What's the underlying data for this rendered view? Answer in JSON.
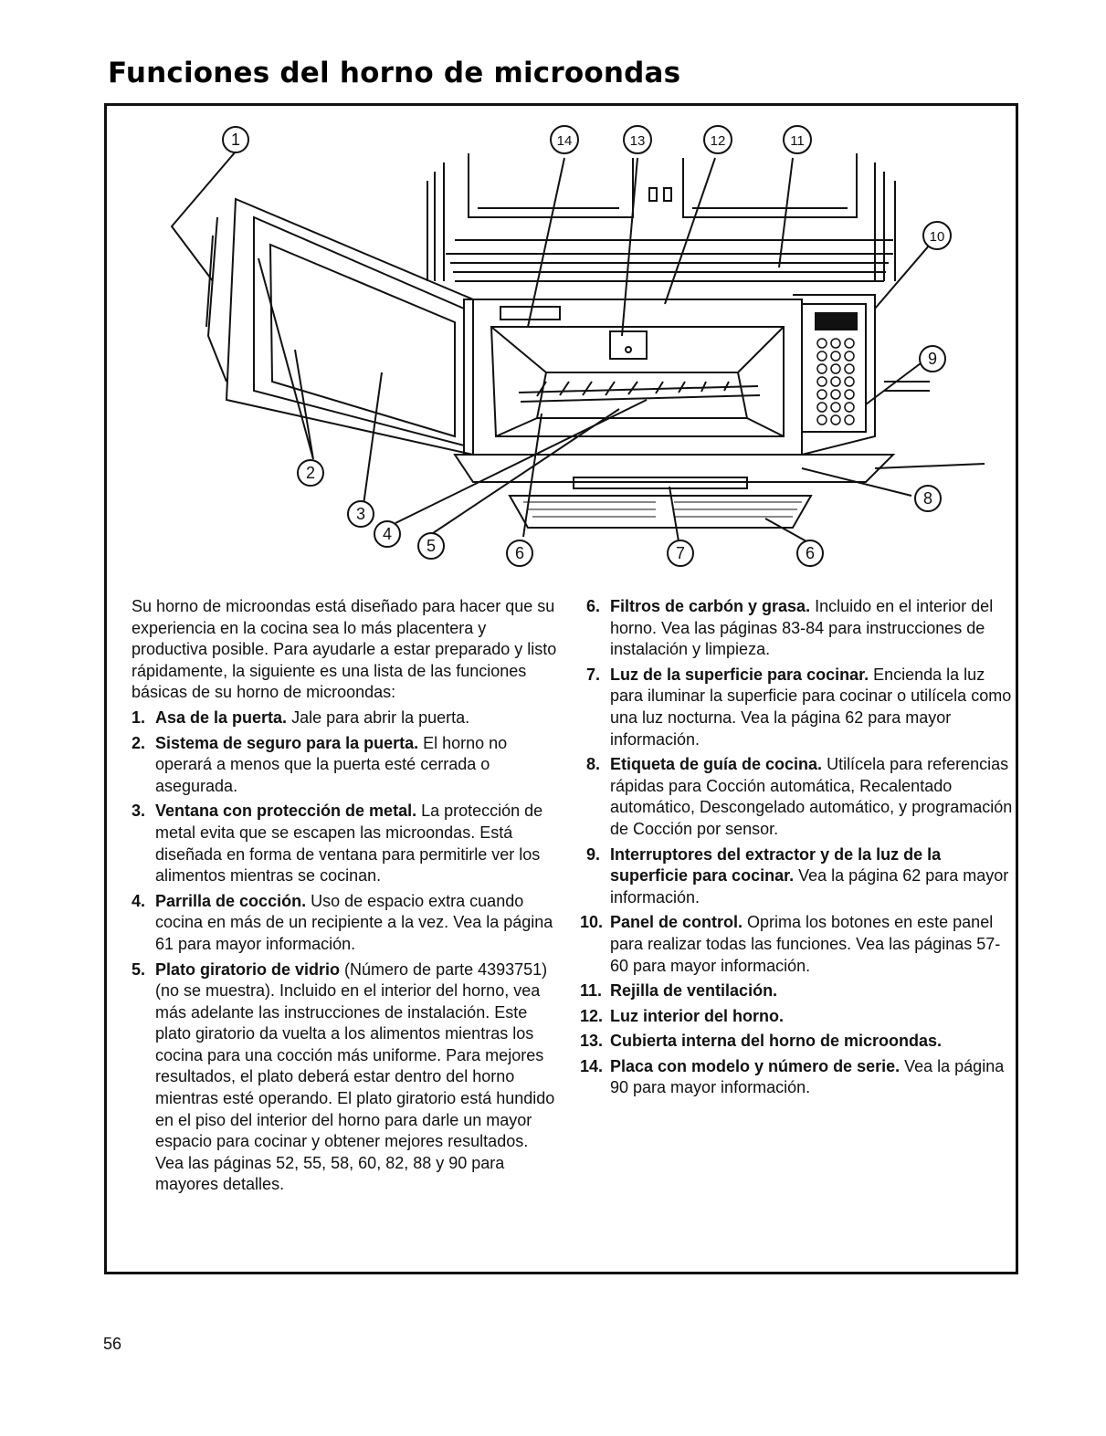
{
  "page": {
    "title": "Funciones del horno de microondas",
    "page_number": "56"
  },
  "callouts": [
    "1",
    "2",
    "3",
    "4",
    "5",
    "6",
    "7",
    "6",
    "8",
    "9",
    "10",
    "11",
    "12",
    "13",
    "14"
  ],
  "intro": "Su horno de microondas está diseñado para hacer que su experiencia en la cocina sea lo más placentera y productiva posible. Para ayudarle a estar preparado y listo rápidamente, la siguiente es una lista de las funciones básicas de su horno de microondas:",
  "items": [
    {
      "num": "1.",
      "head": "Asa de la puerta.",
      "text": " Jale para abrir la puerta."
    },
    {
      "num": "2.",
      "head": "Sistema de seguro para la puerta.",
      "text": " El horno no operará a menos que la puerta esté cerrada o asegurada."
    },
    {
      "num": "3.",
      "head": "Ventana con protección de metal.",
      "text": " La protección de metal evita que se escapen las microondas. Está diseñada en forma de ventana para permitirle ver los alimentos mientras se cocinan."
    },
    {
      "num": "4.",
      "head": "Parrilla de cocción.",
      "text": " Uso de espacio extra cuando cocina en más de un recipiente a la vez. Vea la página 61 para mayor información."
    },
    {
      "num": "5.",
      "head": "Plato giratorio de vidrio",
      "text": " (Número de parte 4393751) (no se muestra). Incluido en el interior del horno, vea más adelante las instrucciones de instalación. Este plato giratorio da vuelta a los alimentos mientras los cocina para una cocción más uniforme. Para mejores resultados, el plato deberá estar dentro del horno mientras esté operando. El plato giratorio está hundido en el piso del interior del horno para darle un mayor espacio para cocinar y obtener mejores resultados. Vea las páginas 52, 55, 58, 60, 82, 88 y 90 para mayores detalles."
    },
    {
      "num": "6.",
      "head": "Filtros de carbón y grasa.",
      "text": " Incluido en el interior del horno. Vea las páginas 83-84 para instrucciones de instalación y limpieza."
    },
    {
      "num": "7.",
      "head": "Luz de la superficie para cocinar.",
      "text": " Encienda la luz para iluminar la superficie para cocinar o utilícela como una luz nocturna. Vea la página 62 para mayor información."
    },
    {
      "num": "8.",
      "head": "Etiqueta de guía de cocina.",
      "text": " Utilícela para referencias rápidas para Cocción automática, Recalentado automático, Descongelado automático, y programación de Cocción por sensor."
    },
    {
      "num": "9.",
      "head": "Interruptores del extractor y de la luz de la superficie para cocinar.",
      "text": " Vea la página 62 para mayor información."
    },
    {
      "num": "10.",
      "head": "Panel de control.",
      "text": " Oprima los botones en este panel para realizar todas las funciones. Vea las páginas 57-60 para mayor información."
    },
    {
      "num": "11.",
      "head": "Rejilla de ventilación.",
      "text": ""
    },
    {
      "num": "12.",
      "head": "Luz  interior del horno.",
      "text": ""
    },
    {
      "num": "13.",
      "head": "Cubierta interna del horno de microondas.",
      "text": ""
    },
    {
      "num": "14.",
      "head": "Placa con modelo y número de serie.",
      "text": " Vea la página 90 para mayor información."
    }
  ]
}
